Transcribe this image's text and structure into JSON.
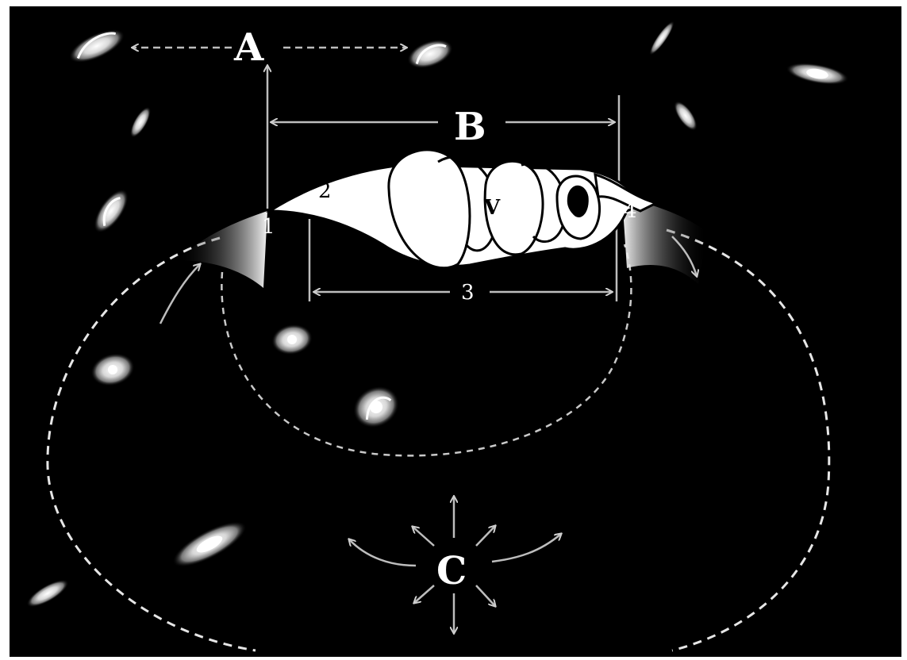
{
  "labels": {
    "a": "A",
    "b": "B",
    "c": "C",
    "v": "V",
    "p1": "1",
    "p2": "2",
    "p3": "3",
    "p4": "4"
  },
  "colors": {
    "background": "#000000",
    "foreground": "#ffffff",
    "guide": "#bdbdbd"
  }
}
